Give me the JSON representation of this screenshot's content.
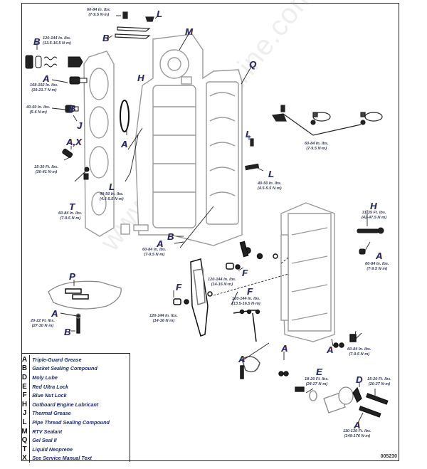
{
  "watermark": "www.crowleymarine.com",
  "figure_number": "005230",
  "callouts": [
    {
      "id": "c1",
      "letter": "L"
    },
    {
      "id": "c2",
      "letter": "B"
    },
    {
      "id": "c3",
      "letter": "M"
    },
    {
      "id": "c4",
      "letter": "B"
    },
    {
      "id": "c5",
      "letter": "A"
    },
    {
      "id": "c6",
      "letter": "H"
    },
    {
      "id": "c7",
      "letter": "Q"
    },
    {
      "id": "c8",
      "letter": "B"
    },
    {
      "id": "c9",
      "letter": "J"
    },
    {
      "id": "c10",
      "letter": "A,X"
    },
    {
      "id": "c11",
      "letter": "A"
    },
    {
      "id": "c12",
      "letter": "L"
    },
    {
      "id": "c13",
      "letter": "T"
    },
    {
      "id": "c14",
      "letter": "L"
    },
    {
      "id": "c15",
      "letter": "L"
    },
    {
      "id": "c16",
      "letter": "H"
    },
    {
      "id": "c17",
      "letter": "B"
    },
    {
      "id": "c18",
      "letter": "A"
    },
    {
      "id": "c19",
      "letter": "A"
    },
    {
      "id": "c20",
      "letter": "P"
    },
    {
      "id": "c21",
      "letter": "F"
    },
    {
      "id": "c22",
      "letter": "F"
    },
    {
      "id": "c23",
      "letter": "F"
    },
    {
      "id": "c24",
      "letter": "A"
    },
    {
      "id": "c25",
      "letter": "B"
    },
    {
      "id": "c26",
      "letter": "A"
    },
    {
      "id": "c27",
      "letter": "A"
    },
    {
      "id": "c28",
      "letter": "A"
    },
    {
      "id": "c29",
      "letter": "E"
    },
    {
      "id": "c30",
      "letter": "D"
    },
    {
      "id": "c31",
      "letter": "A"
    }
  ],
  "torques": [
    {
      "id": "t1",
      "line1": "60-84 In. lbs.",
      "line2": "(7-9.5 N·m)"
    },
    {
      "id": "t2",
      "line1": "120-144 In. lbs.",
      "line2": "(13.5-16.5 N·m)"
    },
    {
      "id": "t3",
      "line1": "168-192 In. lbs.",
      "line2": "(19-21.7 N·m)"
    },
    {
      "id": "t4",
      "line1": "40-50 In. lbs.",
      "line2": "(5-6 N·m)"
    },
    {
      "id": "t5",
      "line1": "15-30 Ft. lbs.",
      "line2": "(20-41 N·m)"
    },
    {
      "id": "t6",
      "line1": "40-50 In. lbs.",
      "line2": "(4.5-5.5 N·m)"
    },
    {
      "id": "t7",
      "line1": "60-84 In. lbs.",
      "line2": "(7-9.5 N·m)"
    },
    {
      "id": "t8",
      "line1": "60-84 In. lbs.",
      "line2": "(7-9.5 N·m)"
    },
    {
      "id": "t9",
      "line1": "40-50 In. lbs.",
      "line2": "(4.5-5.5 N·m)"
    },
    {
      "id": "t10",
      "line1": "31-35 Ft. lbs.",
      "line2": "(42-47.5 N·m)"
    },
    {
      "id": "t11",
      "line1": "60-84 In. lbs.",
      "line2": "(7-9.5 N·m)"
    },
    {
      "id": "t12",
      "line1": "60-84 In. lbs.",
      "line2": "(7-9.5 N·m)"
    },
    {
      "id": "t13",
      "line1": "120-144 In. lbs.",
      "line2": "(14-16 N·m)"
    },
    {
      "id": "t14",
      "line1": "20-22 Ft. lbs.",
      "line2": "(27-30 N·m)"
    },
    {
      "id": "t15",
      "line1": "120-144 In. lbs.",
      "line2": "(14-16 N·m)"
    },
    {
      "id": "t16",
      "line1": "120-144 In. lbs.",
      "line2": "(13.5-16.5 N·m)"
    },
    {
      "id": "t17",
      "line1": "60-84 In. lbs.",
      "line2": "(7-9.5 N·m)"
    },
    {
      "id": "t18",
      "line1": "18-20 Ft. lbs.",
      "line2": "(24-27 N·m)"
    },
    {
      "id": "t19",
      "line1": "15-20 Ft. lbs.",
      "line2": "(20-27 N·m)"
    },
    {
      "id": "t20",
      "line1": "110-130 Ft. lbs.",
      "line2": "(149-176 N·m)"
    }
  ],
  "legend": [
    {
      "key": "A",
      "description": "Triple-Guard Grease"
    },
    {
      "key": "B",
      "description": "Gasket Sealing Compound"
    },
    {
      "key": "D",
      "description": "Moly Lube"
    },
    {
      "key": "E",
      "description": "Red Ultra Lock"
    },
    {
      "key": "F",
      "description": "Blue Nut Lock"
    },
    {
      "key": "H",
      "description": "Outboard Engine Lubricant"
    },
    {
      "key": "J",
      "description": "Thermal Grease"
    },
    {
      "key": "L",
      "description": "Pipe Thread Sealing Compound"
    },
    {
      "key": "M",
      "description": "RTV Sealant"
    },
    {
      "key": "Q",
      "description": "Gel Seal II"
    },
    {
      "key": "T",
      "description": "Liquid Neoprene"
    },
    {
      "key": "X",
      "description": "See Service Manual Text"
    }
  ]
}
